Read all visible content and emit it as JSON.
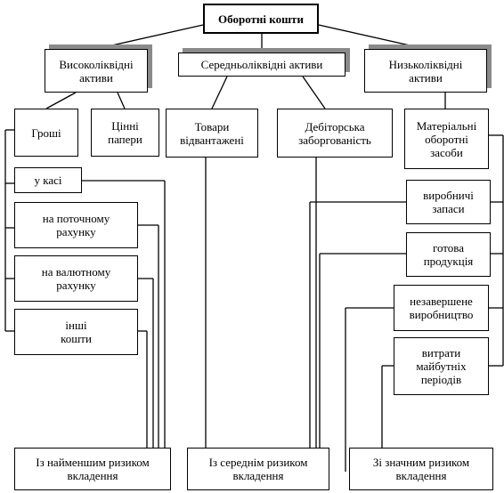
{
  "root": "Оборотні кошти",
  "categories": {
    "high": "Високоліквідні\nактиви",
    "medium": "Середньоліквідні активи",
    "low": "Низьколіквідні\nактиви"
  },
  "high_items": {
    "money": "Гроші",
    "securities": "Цінні\nпапери"
  },
  "money_items": {
    "cash": "у касі",
    "current": "на поточному\nрахунку",
    "currency": "на валютному\nрахунку",
    "other": "інші\nкошти"
  },
  "medium_items": {
    "shipped": "Товари\nвідвантажені",
    "receivables": "Дебіторська\nзаборгованість"
  },
  "low_items": {
    "material": "Матеріальні\nоборотні\nзасоби",
    "production_stock": "виробничі\nзапаси",
    "finished": "готова\nпродукція",
    "wip": "незавершене\nвиробництво",
    "deferred": "витрати\nмайбутніх\nперіодів"
  },
  "risk": {
    "lowest": "Із найменшим ризиком\nвкладення",
    "medium": "Із середнім ризиком\nвкладення",
    "significant": "Зі значним ризиком\nвкладення"
  }
}
